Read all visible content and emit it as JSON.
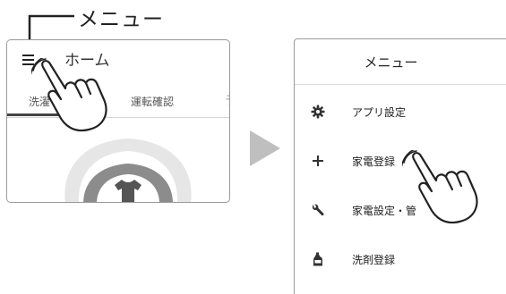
{
  "callout": {
    "label": "メニュー"
  },
  "app_screen": {
    "title": "ホーム",
    "tabs": [
      {
        "label": "洗濯",
        "active": true
      },
      {
        "label": "運転確認",
        "active": false
      }
    ],
    "tab_overflow": "予"
  },
  "menu_panel": {
    "title": "メニュー",
    "items": [
      {
        "label": "アプリ設定",
        "icon": "gear-icon"
      },
      {
        "label": "家電登録",
        "icon": "plus-icon"
      },
      {
        "label": "家電設定・管",
        "icon": "wrench-icon"
      },
      {
        "label": "洗剤登録",
        "icon": "detergent-bottle-icon"
      }
    ]
  },
  "colors": {
    "accent": "#444444",
    "arrow": "#bfbfbf",
    "border": "#9a9a9a"
  }
}
